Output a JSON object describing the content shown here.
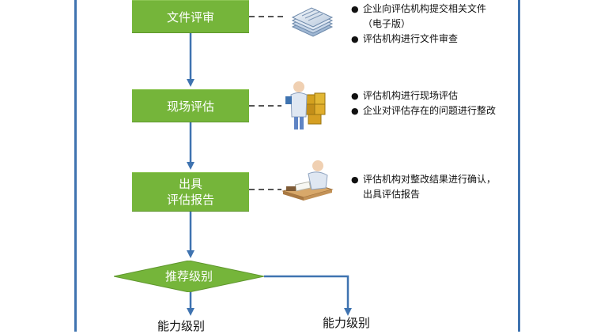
{
  "nodes": {
    "doc_review": "文件评审",
    "site_assessment": "现场评估",
    "report_line1": "出具",
    "report_line2": "评估报告",
    "recommend_level": "推荐级别"
  },
  "notes": {
    "doc_review": [
      "企业向评估机构提交相关文件",
      "（电子版）",
      "评估机构进行文件审查"
    ],
    "site_assessment": [
      "评估机构进行现场评估",
      "企业对评估存在的问题进行整改"
    ],
    "report": [
      "评估机构对整改结果进行确认，",
      "出具评估报告"
    ]
  },
  "bottom": {
    "left_label": "能力级别",
    "right_label": "能力级别"
  },
  "colors": {
    "node_fill": "#75b53a",
    "frame_line": "#3f73b0",
    "arrow": "#3f73b0",
    "connector": "#8a8a8a"
  },
  "icons": {
    "doc_review": "document-stack-icon",
    "site_assessment": "inspector-with-boxes-icon",
    "report": "person-writing-at-desk-icon"
  }
}
